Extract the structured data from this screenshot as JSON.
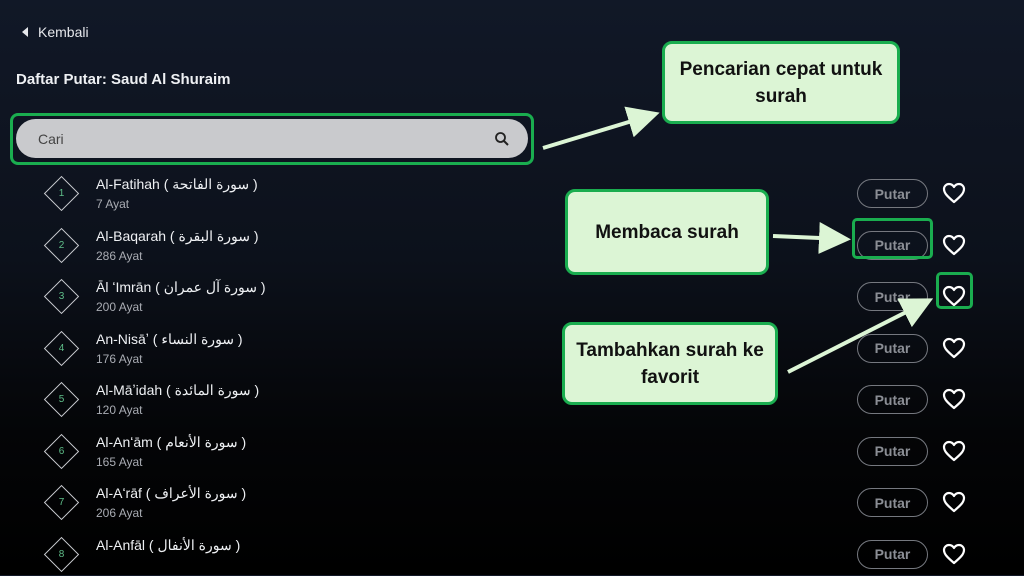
{
  "header": {
    "back_label": "Kembali",
    "title": "Daftar Putar: Saud Al Shuraim"
  },
  "search": {
    "placeholder": "Cari"
  },
  "play_label": "Putar",
  "surahs": [
    {
      "number": "1",
      "name": "Al-Fatihah ( سورة الفاتحة )",
      "ayat": "7 Ayat"
    },
    {
      "number": "2",
      "name": "Al-Baqarah ( سورة البقرة )",
      "ayat": "286 Ayat"
    },
    {
      "number": "3",
      "name": "Āl ʻImrān ( سورة آل عمران )",
      "ayat": "200 Ayat"
    },
    {
      "number": "4",
      "name": "An-Nisāʼ ( سورة النساء )",
      "ayat": "176 Ayat"
    },
    {
      "number": "5",
      "name": "Al-Māʼidah ( سورة المائدة )",
      "ayat": "120 Ayat"
    },
    {
      "number": "6",
      "name": "Al-Anʻām ( سورة الأنعام )",
      "ayat": "165 Ayat"
    },
    {
      "number": "7",
      "name": "Al-Aʻrāf ( سورة الأعراف )",
      "ayat": "206 Ayat"
    },
    {
      "number": "8",
      "name": "Al-Anfāl ( سورة الأنفال )",
      "ayat": ""
    }
  ],
  "annotations": {
    "search": "Pencarian cepat untuk surah",
    "play": "Membaca surah",
    "favorite": "Tambahkan surah ke favorit"
  },
  "colors": {
    "highlight": "#1aad4f",
    "callout_bg": "#dcf5d5"
  }
}
